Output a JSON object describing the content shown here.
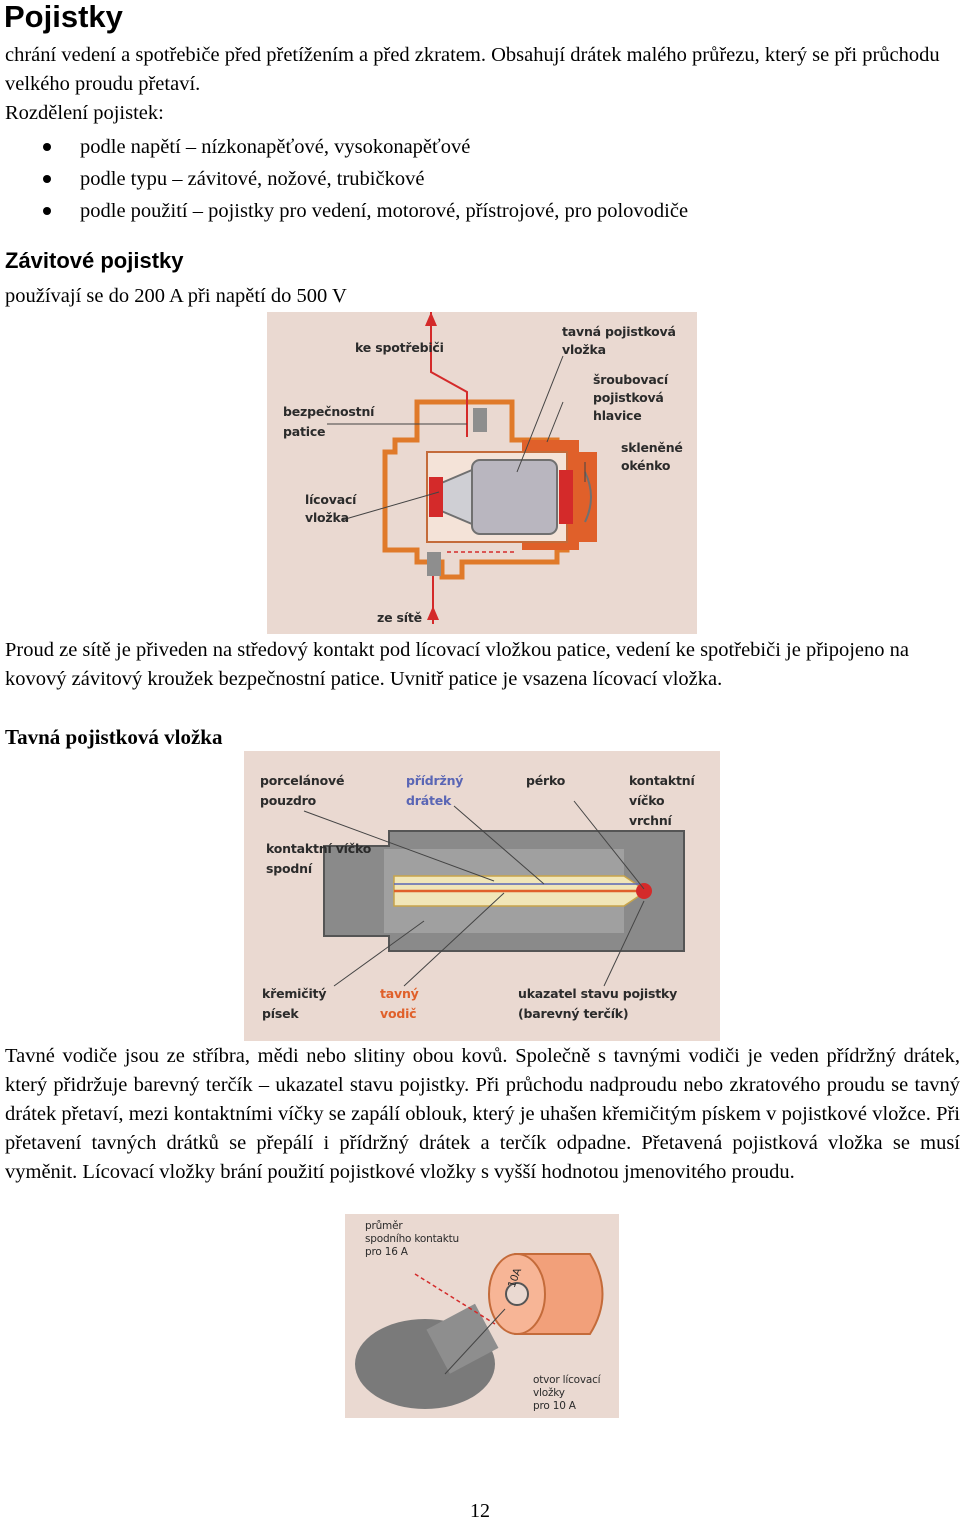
{
  "title": "Pojistky",
  "intro": "chrání vedení a spotřebiče před přetížením a před zkratem. Obsahují drátek malého průřezu, který se při průchodu velkého proudu přetaví.",
  "division_label": "Rozdělení pojistek:",
  "bullets": [
    "podle napětí – nízkonapěťové, vysokonapěťové",
    "podle typu – závitové, nožové, trubičkové",
    "podle použití – pojistky pro vedení, motorové, přístrojové, pro polovodiče"
  ],
  "section1": {
    "heading": "Závitové pojistky",
    "text": "používají se do 200 A při napětí do 500 V"
  },
  "figure1": {
    "labels": {
      "ke_spotrebici": "ke spotřebiči",
      "tavna_vlozka_1": "tavná pojistková",
      "tavna_vlozka_2": "vložka",
      "sroubovaci_1": "šroubovací",
      "sroubovaci_2": "pojistková",
      "sroubovaci_3": "hlavice",
      "bezpecnostni_1": "bezpečnostní",
      "bezpecnostni_2": "patice",
      "sklenene_1": "skleněné",
      "sklenene_2": "okénko",
      "licovaci_1": "lícovací",
      "licovaci_2": "vložka",
      "ze_site": "ze sítě"
    }
  },
  "para1": "Proud ze sítě je přiveden na středový kontakt pod lícovací vložkou patice, vedení ke spotřebiči je připojeno na kovový závitový kroužek bezpečnostní patice. Uvnitř patice je vsazena lícovací vložka.",
  "subheading": "Tavná pojistková vložka",
  "figure2": {
    "labels": {
      "porcelanove_1": "porcelánové",
      "porcelanove_2": "pouzdro",
      "pridrzny_1": "přídržný",
      "pridrzny_2": "drátek",
      "perko": "pérko",
      "kontaktni_vrchni_1": "kontaktní",
      "kontaktni_vrchni_2": "víčko",
      "kontaktni_vrchni_3": "vrchní",
      "kontaktni_spodni_1": "kontaktní víčko",
      "kontaktni_spodni_2": "spodní",
      "kremicity_1": "křemičitý",
      "kremicity_2": "písek",
      "tavny_1": "tavný",
      "tavny_2": "vodič",
      "ukazatel_1": "ukazatel stavu pojistky",
      "ukazatel_2": "(barevný terčík)"
    }
  },
  "para2": "Tavné vodiče jsou ze stříbra, mědi nebo slitiny obou kovů. Společně s tavnými vodiči je veden přídržný drátek, který přidržuje barevný terčík – ukazatel stavu pojistky. Při průchodu nadproudu nebo zkratového proudu se tavný drátek přetaví, mezi kontaktními víčky se zapálí oblouk, který je uhašen křemičitým pískem v pojistkové vložce. Při přetavení tavných drátků se přepálí i přídržný drátek a terčík odpadne. Přetavená pojistková vložka se musí vyměnit. Lícovací vložky brání použití pojistkové vložky s vyšší hodnotou jmenovitého proudu.",
  "figure3": {
    "labels": {
      "prumer_1": "průměr",
      "prumer_2": "spodního kontaktu",
      "prumer_3": "pro 16 A",
      "rating": "10A",
      "otvor_1": "otvor lícovací",
      "otvor_2": "vložky",
      "otvor_3": "pro 10 A"
    }
  },
  "page_number": "12",
  "colors": {
    "figure_bg": "#ead9d1",
    "orange": "#e0602a",
    "red": "#d42a2a",
    "gray": "#9a9a9a",
    "blue_label": "#5a66b5"
  }
}
